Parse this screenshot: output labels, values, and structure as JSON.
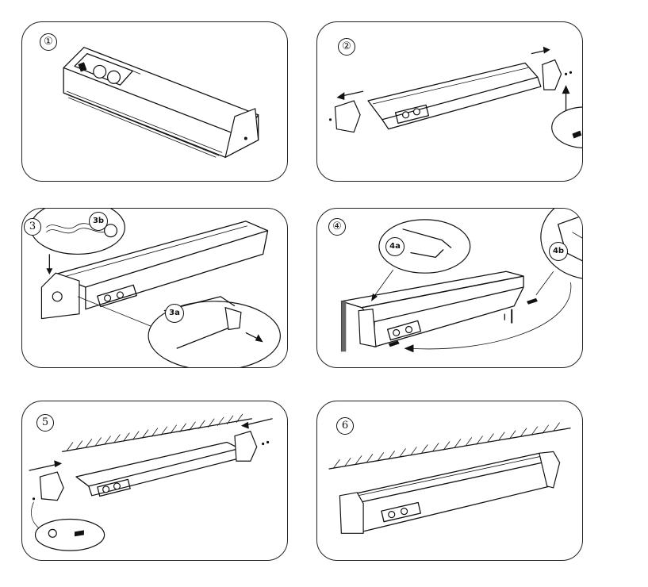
{
  "steps": [
    {
      "number": "①"
    },
    {
      "number": "②"
    },
    {
      "number": "3",
      "callouts": [
        "3b",
        "3a"
      ]
    },
    {
      "number": "④",
      "callouts": [
        "4a",
        "4b"
      ]
    },
    {
      "number": "5"
    },
    {
      "number": "6"
    }
  ]
}
